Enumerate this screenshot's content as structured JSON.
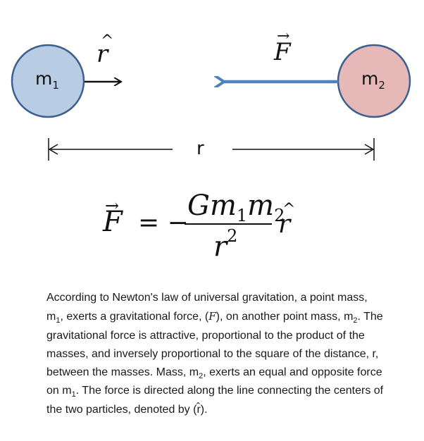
{
  "diagram": {
    "mass1": {
      "label": "m",
      "sub": "1",
      "fill": "#b8cce4",
      "stroke": "#3c5f8f"
    },
    "mass2": {
      "label": "m",
      "sub": "2",
      "fill": "#e6b8b7",
      "stroke": "#3c5f8f"
    },
    "unit_vector_label": "r",
    "force_label": "F",
    "distance_label": "r",
    "force_arrow_color": "#4f81bd"
  },
  "formula": {
    "lhs": "F",
    "equals": "= −",
    "numerator": [
      "G",
      "m",
      "1",
      "m",
      "2"
    ],
    "denominator": [
      "r",
      "2"
    ],
    "unit": "r"
  },
  "description": {
    "t1": "According to Newton's law of universal gravitation, a point mass, m",
    "s1": "1",
    "t2": ", exerts a gravitational force, (",
    "f1": "F",
    "t3": "), on another point mass, m",
    "s2": "2",
    "t4": ". The gravitational force is attractive, proportional to the product of the masses, and inversely proportional to the square of the distance, r, between the masses. Mass, m",
    "s3": "2",
    "t5": ", exerts an equal and opposite force on m",
    "s4": "1",
    "t6": ". The force is directed along the line connecting the centers of the two particles, denoted by (",
    "r1": "r̂",
    "t7": ")."
  }
}
